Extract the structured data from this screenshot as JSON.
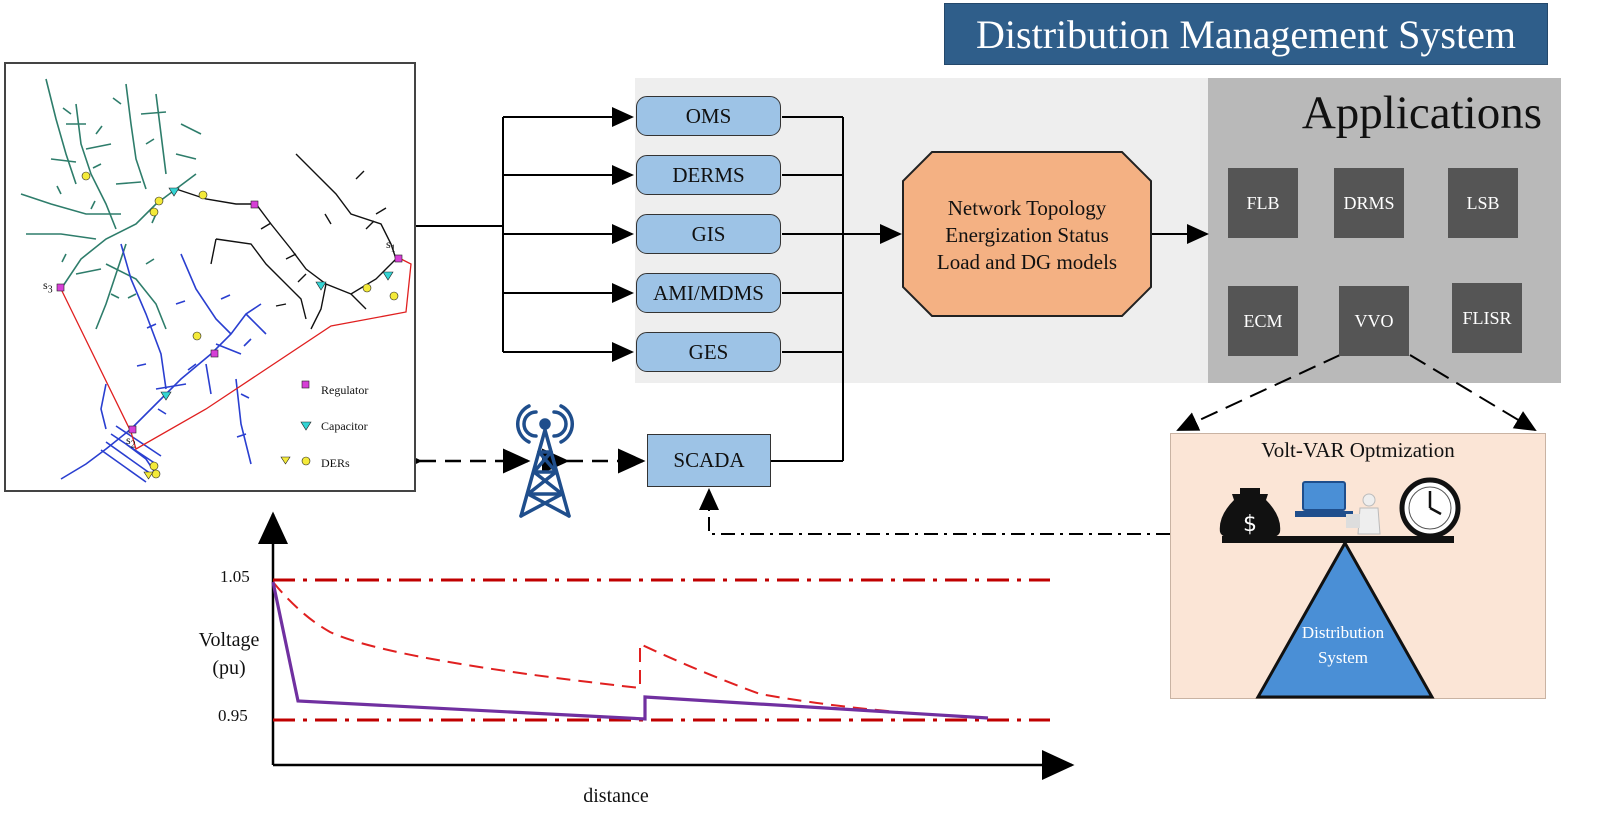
{
  "header": {
    "title": "Distribution Management System"
  },
  "applications": {
    "title": "Applications",
    "items": [
      "FLB",
      "DRMS",
      "LSB",
      "ECM",
      "VVO",
      "FLISR"
    ]
  },
  "systems": [
    "OMS",
    "DERMS",
    "GIS",
    "AMI/MDMS",
    "GES"
  ],
  "scada": "SCADA",
  "topology": {
    "lines": [
      "Network Topology",
      "Energization Status",
      "Load and DG models"
    ]
  },
  "vvo": {
    "title": "Volt-VAR Optmization",
    "base_lines": [
      "Distribution",
      "System"
    ]
  },
  "map": {
    "legend": [
      "Regulator",
      "Capacitor",
      "DERs"
    ],
    "substation_labels": [
      "s",
      "s",
      "s"
    ],
    "substation_indices": [
      "1",
      "2",
      "3"
    ]
  },
  "voltage_plot": {
    "ylabel_line1": "Voltage",
    "ylabel_line2": "(pu)",
    "xlabel": "distance",
    "ytick_high": "1.05",
    "ytick_low": "0.95"
  },
  "colors": {
    "title_bg": "#2f5e8a",
    "system_box": "#9dc3e6",
    "topology_box": "#f4b183",
    "app_box": "#555555",
    "vvo_bg": "#fbe5d6",
    "limit_line": "#c00000",
    "voltage_solid": "#7030a0",
    "feeder_green": "#2e7d6b",
    "feeder_blue": "#2a3fd0"
  }
}
